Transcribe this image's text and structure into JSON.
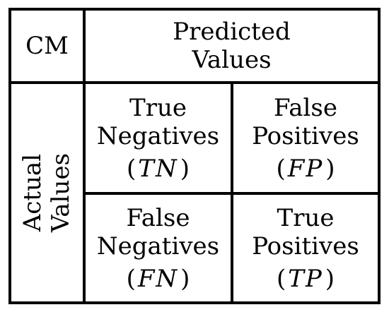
{
  "corner_label": "CM",
  "predicted_header": {
    "line1": "Predicted",
    "line2": "Values"
  },
  "actual_header": {
    "line1": "Actual",
    "line2": "Values"
  },
  "cells": [
    {
      "line1": "True",
      "line2": "Negatives",
      "abbr": "TN"
    },
    {
      "line1": "False",
      "line2": "Positives",
      "abbr": "FP"
    },
    {
      "line1": "False",
      "line2": "Negatives",
      "abbr": "FN"
    },
    {
      "line1": "True",
      "line2": "Positives",
      "abbr": "TP"
    }
  ],
  "colors": {
    "line": "#000000",
    "text": "#000000",
    "background": "#ffffff"
  }
}
